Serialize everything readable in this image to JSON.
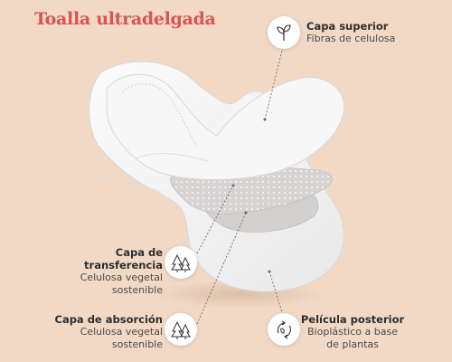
{
  "title": "Toalla ultradelgada",
  "layers": [
    {
      "name": "Capa superior",
      "desc": [
        "Fibras de celulosa"
      ],
      "icon": "leaf-sprout-icon"
    },
    {
      "name": "Capa de transferencia",
      "desc": [
        "Celulosa vegetal",
        "sostenible"
      ],
      "icon": "pine-trees-icon"
    },
    {
      "name": "Capa de absorción",
      "desc": [
        "Celulosa vegetal",
        "sostenible"
      ],
      "icon": "pine-trees-icon"
    },
    {
      "name": "Película posterior",
      "desc": [
        "Bioplástico a base",
        "de plantas"
      ],
      "icon": "recycle-leaf-icon"
    }
  ],
  "colors": {
    "background": "#f1d9c6",
    "title": "#d9544f",
    "pad": "#f3f3f3",
    "layer": "#d9d6d6"
  }
}
